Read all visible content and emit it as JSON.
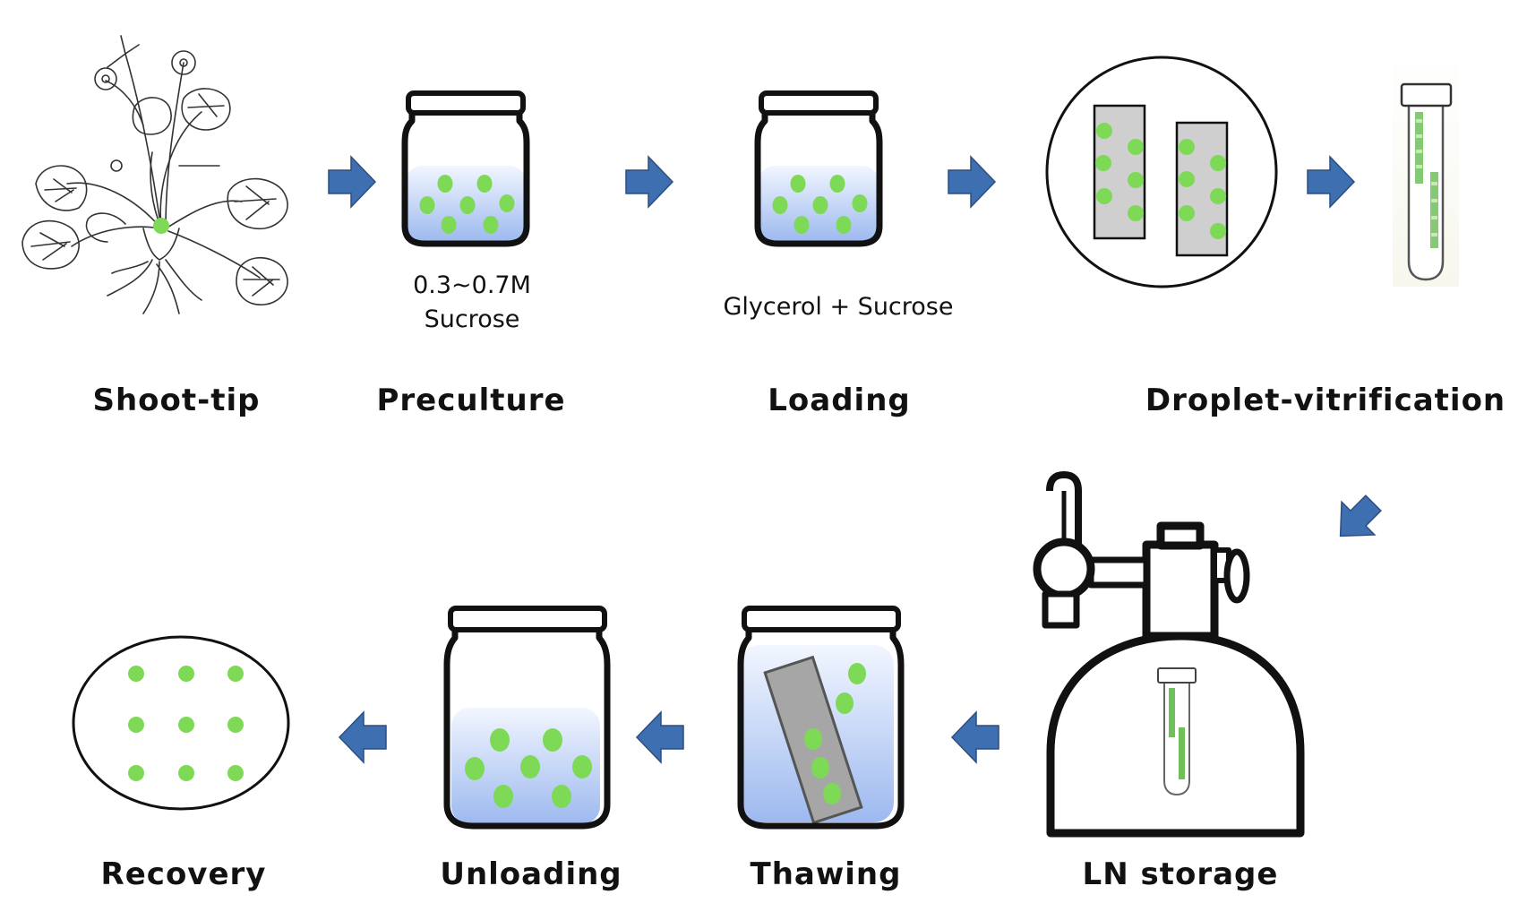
{
  "colors": {
    "arrow": "#3e6fb0",
    "drop": "#7ed957",
    "liquid_top": "#f2f6ff",
    "liquid_bottom": "#9db9ef",
    "strip": "#cfcfcf",
    "outline": "#111111"
  },
  "steps": {
    "shoot_tip": {
      "label": "Shoot-tip",
      "icon": "strawberry-plant-icon"
    },
    "preculture": {
      "label": "Preculture",
      "note_line1": "0.3~0.7M",
      "note_line2": "Sucrose",
      "icon": "jar-icon"
    },
    "loading": {
      "label": "Loading",
      "note": "Glycerol + Sucrose",
      "icon": "jar-icon"
    },
    "droplet_vitrification": {
      "label": "Droplet-vitrification",
      "icon": "petri-dish-strips-icon"
    },
    "ln_storage": {
      "label": "LN storage",
      "icon": "liquid-nitrogen-tank-icon"
    },
    "thawing": {
      "label": "Thawing",
      "icon": "jar-with-strip-icon"
    },
    "unloading": {
      "label": "Unloading",
      "icon": "jar-icon"
    },
    "recovery": {
      "label": "Recovery",
      "icon": "petri-dish-icon"
    }
  }
}
